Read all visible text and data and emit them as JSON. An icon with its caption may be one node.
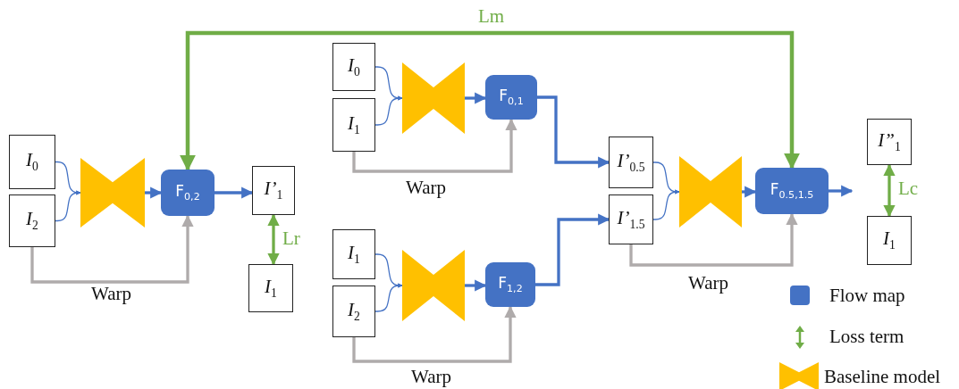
{
  "diagram": {
    "nodes": [
      {
        "text": [
          "*I*$_{0}$"
        ]
      },
      {
        "text": [
          "*I*$_{2}$"
        ]
      },
      {
        "text": [],
        "shape": "hourglass"
      },
      {
        "text": [
          "F$_{0,2}$"
        ]
      },
      {
        "text": [
          "*I’*$_{1}$"
        ]
      },
      {
        "text": [
          "*I*$_{1}$"
        ]
      },
      {
        "text": [
          "*I*$_{0}$"
        ]
      },
      {
        "text": [
          "*I*$_{1}$"
        ]
      },
      {
        "text": [],
        "shape": "hourglass"
      },
      {
        "text": [
          "F$_{0,1}$"
        ]
      },
      {
        "text": [
          "*I*$_{1}$"
        ]
      },
      {
        "text": [
          "*I*$_{2}$"
        ]
      },
      {
        "text": [],
        "shape": "hourglass"
      },
      {
        "text": [
          "F$_{1,2}$"
        ]
      },
      {
        "text": [
          "*I’*$_{0.5}$"
        ]
      },
      {
        "text": [
          "*I’*$_{1.5}$"
        ]
      },
      {
        "text": [],
        "shape": "hourglass"
      },
      {
        "text": [
          "F$_{0.5,1.5}$"
        ]
      },
      {
        "text": [
          "*I”*$_{1}$"
        ]
      },
      {
        "text": [
          "*I*$_{1}$"
        ]
      }
    ],
    "edges": [
      {
        "from": 0,
        "to": 2,
        "arrow": "to"
      },
      {
        "from": 1,
        "to": 2,
        "arrow": "to"
      },
      {
        "from": 2,
        "to": 3,
        "arrow": "to"
      },
      {
        "from": 3,
        "to": 4,
        "arrow": "to"
      },
      {
        "from": 1,
        "to": 3,
        "arrow": "to",
        "label": "Warp",
        "color": "#afabab"
      },
      {
        "from": 4,
        "to": 5,
        "arrow": "both",
        "label": "Lr",
        "color": "#70ad47"
      },
      {
        "from": 3,
        "to": 17,
        "arrow": "both",
        "label": "Lm",
        "color": "#70ad47"
      },
      {
        "from": 6,
        "to": 8,
        "arrow": "to"
      },
      {
        "from": 7,
        "to": 8,
        "arrow": "to"
      },
      {
        "from": 8,
        "to": 9,
        "arrow": "to"
      },
      {
        "from": 7,
        "to": 9,
        "arrow": "to",
        "label": "Warp",
        "color": "#afabab"
      },
      {
        "from": 9,
        "to": 14,
        "arrow": "to"
      },
      {
        "from": 10,
        "to": 12,
        "arrow": "to"
      },
      {
        "from": 11,
        "to": 12,
        "arrow": "to"
      },
      {
        "from": 12,
        "to": 13,
        "arrow": "to"
      },
      {
        "from": 11,
        "to": 13,
        "arrow": "to",
        "label": "Warp",
        "color": "#afabab"
      },
      {
        "from": 13,
        "to": 15,
        "arrow": "to"
      },
      {
        "from": 14,
        "to": 16,
        "arrow": "to"
      },
      {
        "from": 15,
        "to": 16,
        "arrow": "to"
      },
      {
        "from": 16,
        "to": 17,
        "arrow": "to"
      },
      {
        "from": 15,
        "to": 17,
        "arrow": "to",
        "label": "Warp",
        "color": "#afabab"
      },
      {
        "from": 17,
        "to": null,
        "arrow": "to"
      },
      {
        "from": 18,
        "to": 19,
        "arrow": "both",
        "label": "Lc",
        "color": "#70ad47"
      }
    ],
    "legend": [
      {
        "text": "Flow map",
        "color": "#4472c4"
      },
      {
        "text": "Loss term"
      },
      {
        "text": "Baseline model"
      }
    ]
  }
}
